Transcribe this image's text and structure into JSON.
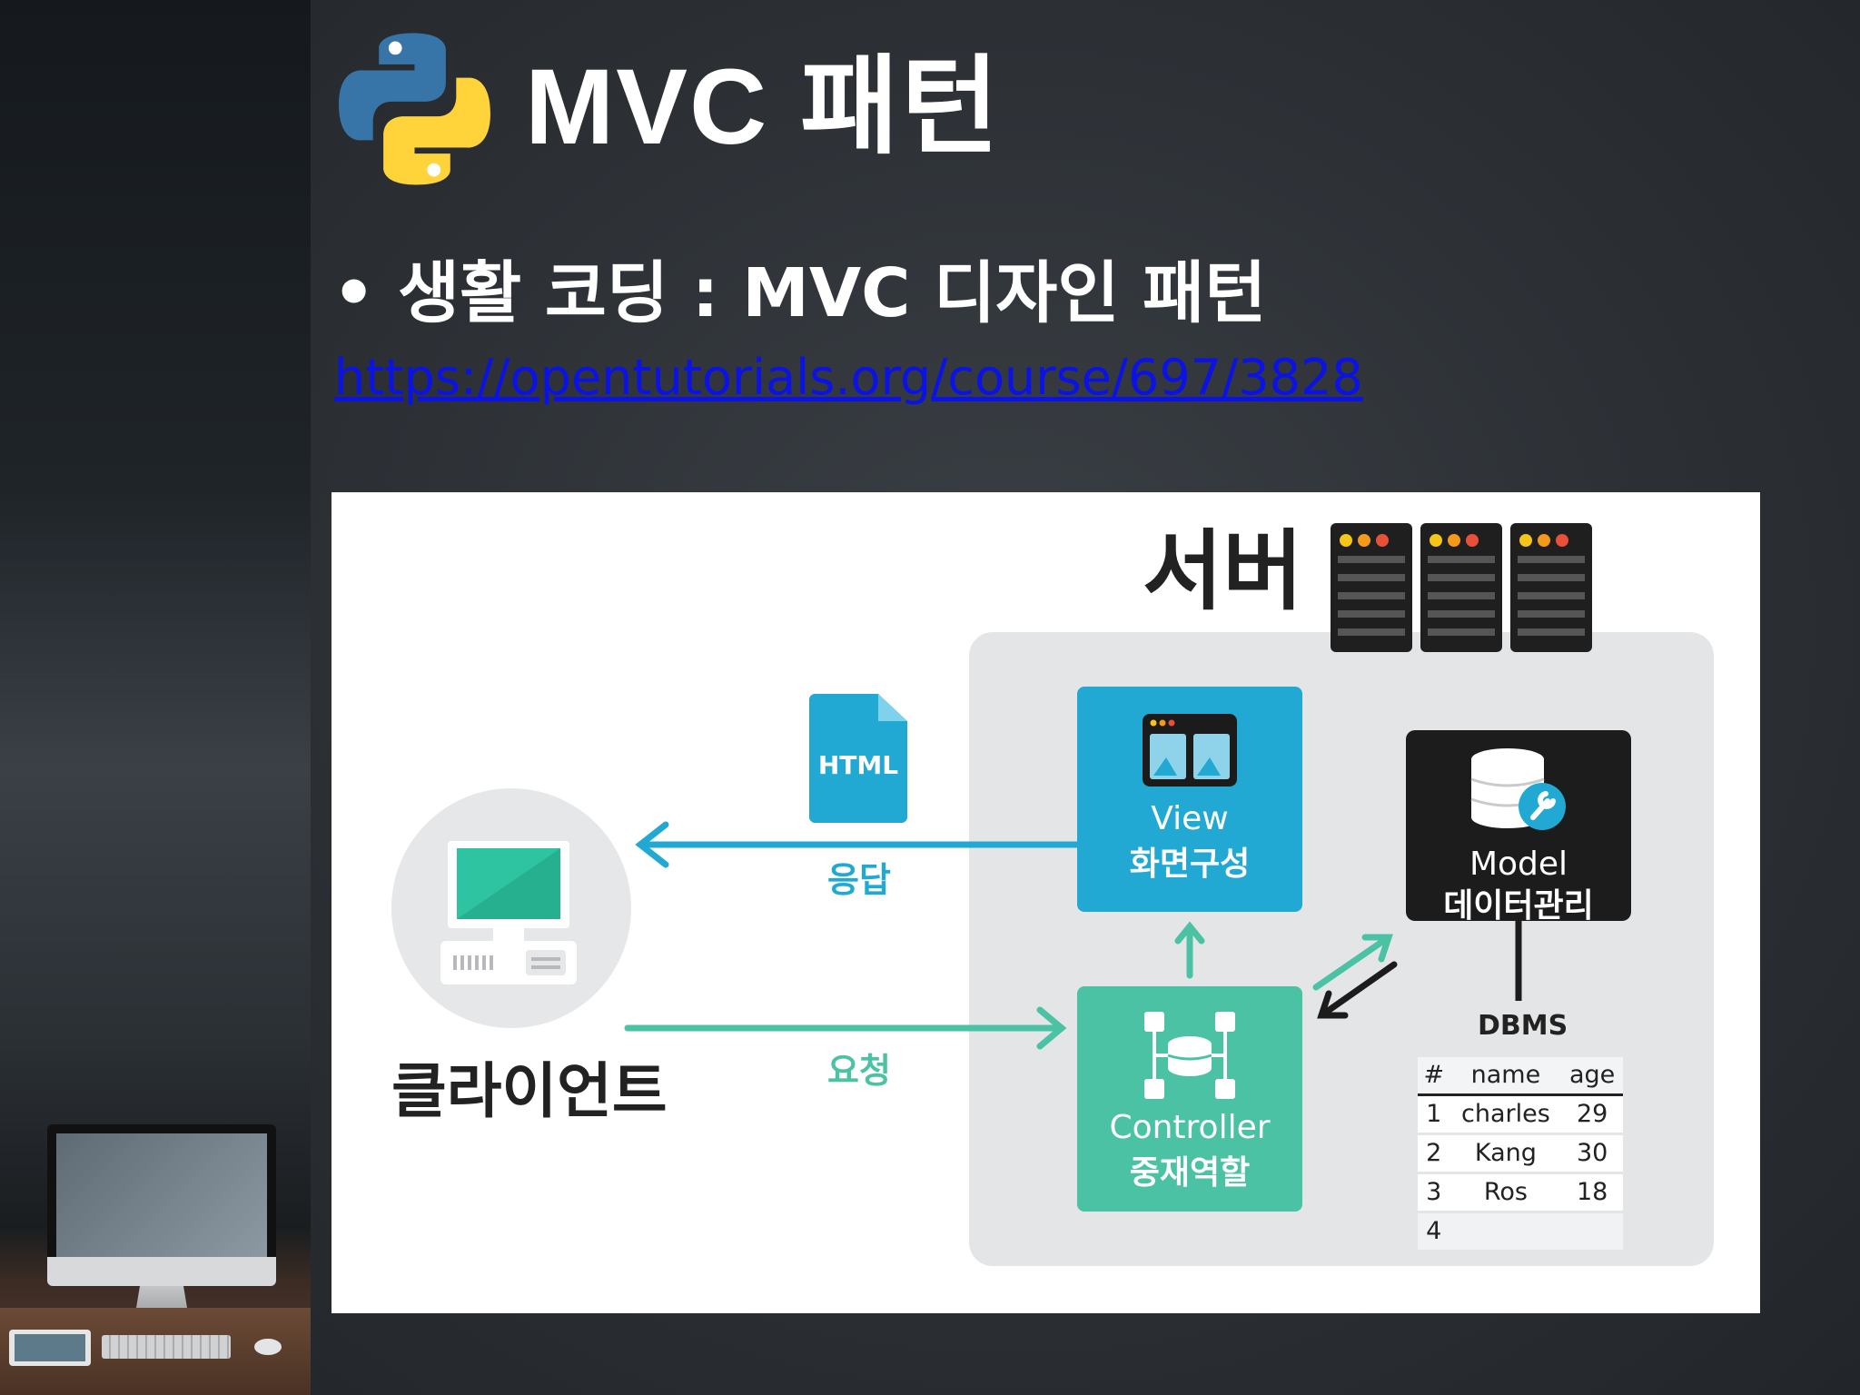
{
  "slide": {
    "title": "MVC 패턴",
    "bullet": "생활 코딩 : MVC 디자인 패턴",
    "link": "https://opentutorials.org/course/697/3828"
  },
  "diagram": {
    "server_label": "서버",
    "client_label": "클라이언트",
    "html_badge": "HTML",
    "response_label": "응답",
    "request_label": "요청",
    "view": {
      "title": "View",
      "subtitle": "화면구성"
    },
    "controller": {
      "title": "Controller",
      "subtitle": "중재역할"
    },
    "model": {
      "title": "Model",
      "subtitle": "데이터관리"
    },
    "dbms_label": "DBMS",
    "table": {
      "headers": [
        "#",
        "name",
        "age"
      ],
      "rows": [
        [
          "1",
          "charles",
          "29"
        ],
        [
          "2",
          "Kang",
          "30"
        ],
        [
          "3",
          "Ros",
          "18"
        ],
        [
          "4",
          "",
          ""
        ]
      ]
    },
    "colors": {
      "view": "#21a9d3",
      "controller": "#4cc2a5",
      "model": "#1c1c1c",
      "server_area": "#e4e5e7"
    }
  }
}
